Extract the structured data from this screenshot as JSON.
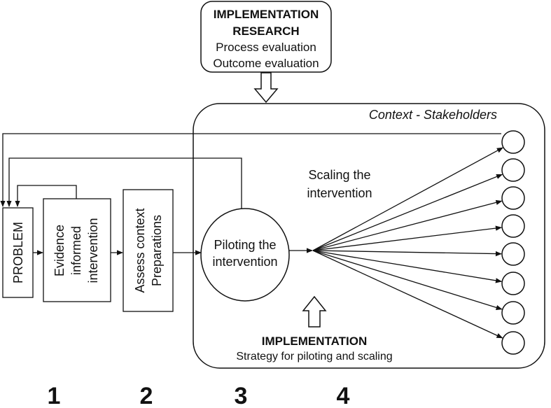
{
  "implementation_research": {
    "title_line1": "IMPLEMENTATION",
    "title_line2": "RESEARCH",
    "item1": "Process evaluation",
    "item2": "Outcome evaluation"
  },
  "context_label": "Context - Stakeholders",
  "steps": {
    "problem": "PROBLEM",
    "evidence_line1": "Evidence",
    "evidence_line2": "informed",
    "evidence_line3": "intervention",
    "assess_line1": "Assess context",
    "assess_line2": "Preparations",
    "pilot_line1": "Piloting the",
    "pilot_line2": "intervention"
  },
  "scaling": {
    "line1": "Scaling the",
    "line2": "intervention"
  },
  "implementation": {
    "title": "IMPLEMENTATION",
    "subtitle": "Strategy for piloting and scaling"
  },
  "stage_numbers": [
    "1",
    "2",
    "3",
    "4"
  ],
  "colors": {
    "stroke": "#111111",
    "background": "#ffffff"
  }
}
